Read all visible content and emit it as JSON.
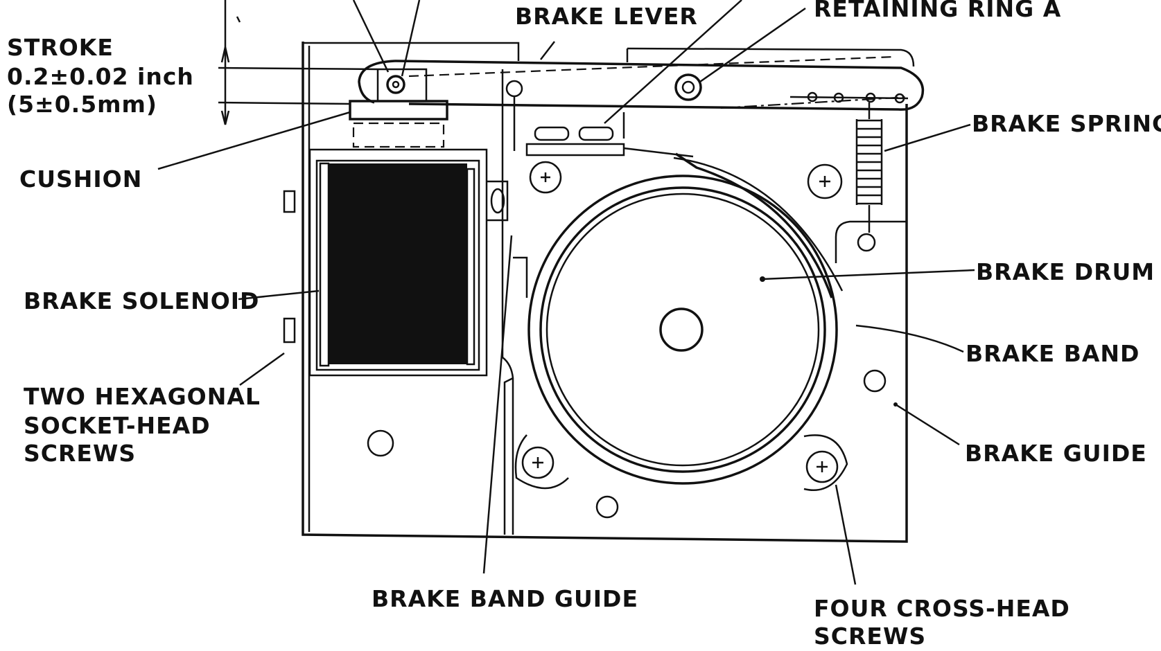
{
  "labels": {
    "brake_lever": "BRAKE LEVER",
    "retaining_ring": "RETAINING RING A",
    "stroke_title": "STROKE",
    "stroke_inch": "0.2±0.02 inch",
    "stroke_mm": "(5±0.5mm)",
    "cushion": "CUSHION",
    "brake_spring": "BRAKE SPRING",
    "brake_drum": "BRAKE DRUM",
    "brake_solenoid": "BRAKE SOLENOID",
    "brake_band": "BRAKE BAND",
    "two_hex_line1": "TWO HEXAGONAL",
    "two_hex_line2": "SOCKET-HEAD",
    "two_hex_line3": "SCREWS",
    "brake_guide": "BRAKE GUIDE",
    "brake_band_guide": "BRAKE BAND GUIDE",
    "four_cross_line1": "FOUR CROSS-HEAD",
    "four_cross_line2": "SCREWS"
  },
  "colors": {
    "ink": "#111111",
    "paper": "#ffffff"
  }
}
